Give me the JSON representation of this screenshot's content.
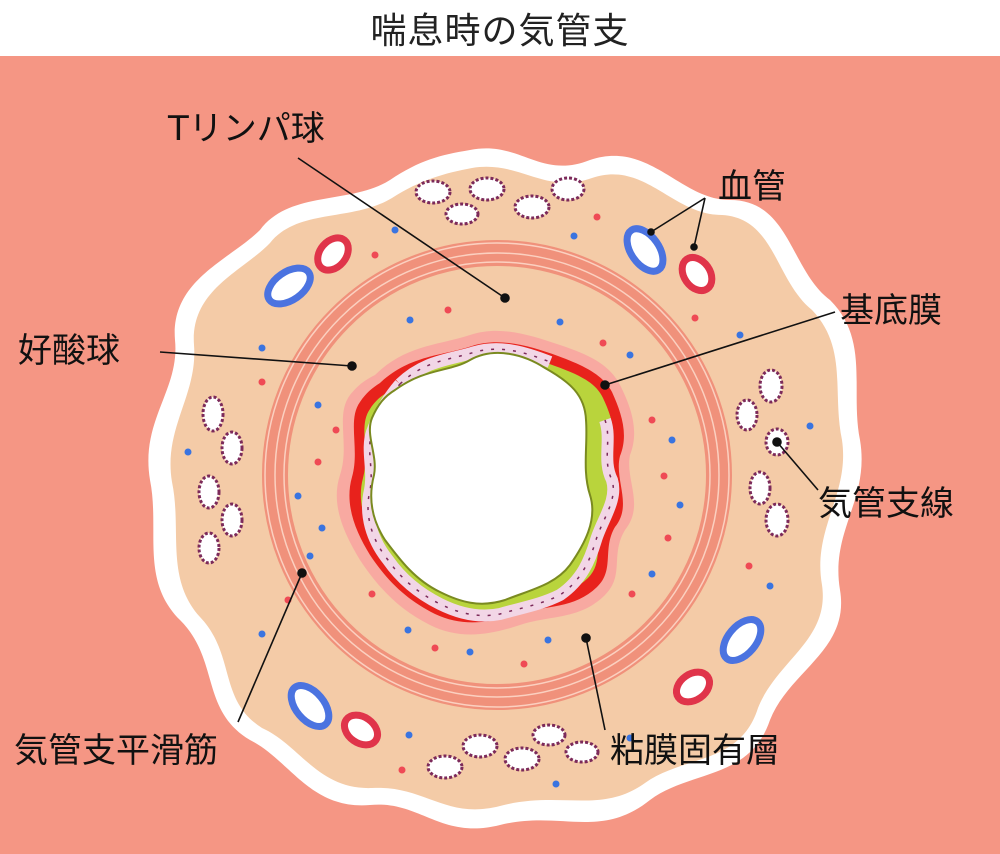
{
  "title": "喘息時の気管支",
  "labels": {
    "t_lymphocyte": "Tリンパ球",
    "blood_vessel": "血管",
    "basement_membrane": "基底膜",
    "eosinophil": "好酸球",
    "bronchial_gland": "気管支線",
    "smooth_muscle": "気管支平滑筋",
    "lamina_propria": "粘膜固有層"
  },
  "colors": {
    "background": "#f59684",
    "outer_rim": "#ffffff",
    "submucosa": "#f4cba7",
    "smooth_muscle": "#f0917b",
    "membrane_red": "#e8221c",
    "epithelium_green": "#b9d43c",
    "eosinophil_dot": "#ef4a55",
    "lymphocyte_dot": "#3a74e0",
    "vessel_blue": "#4b73e0",
    "vessel_red": "#e0344a",
    "gland_purple": "#7c2a5a"
  }
}
